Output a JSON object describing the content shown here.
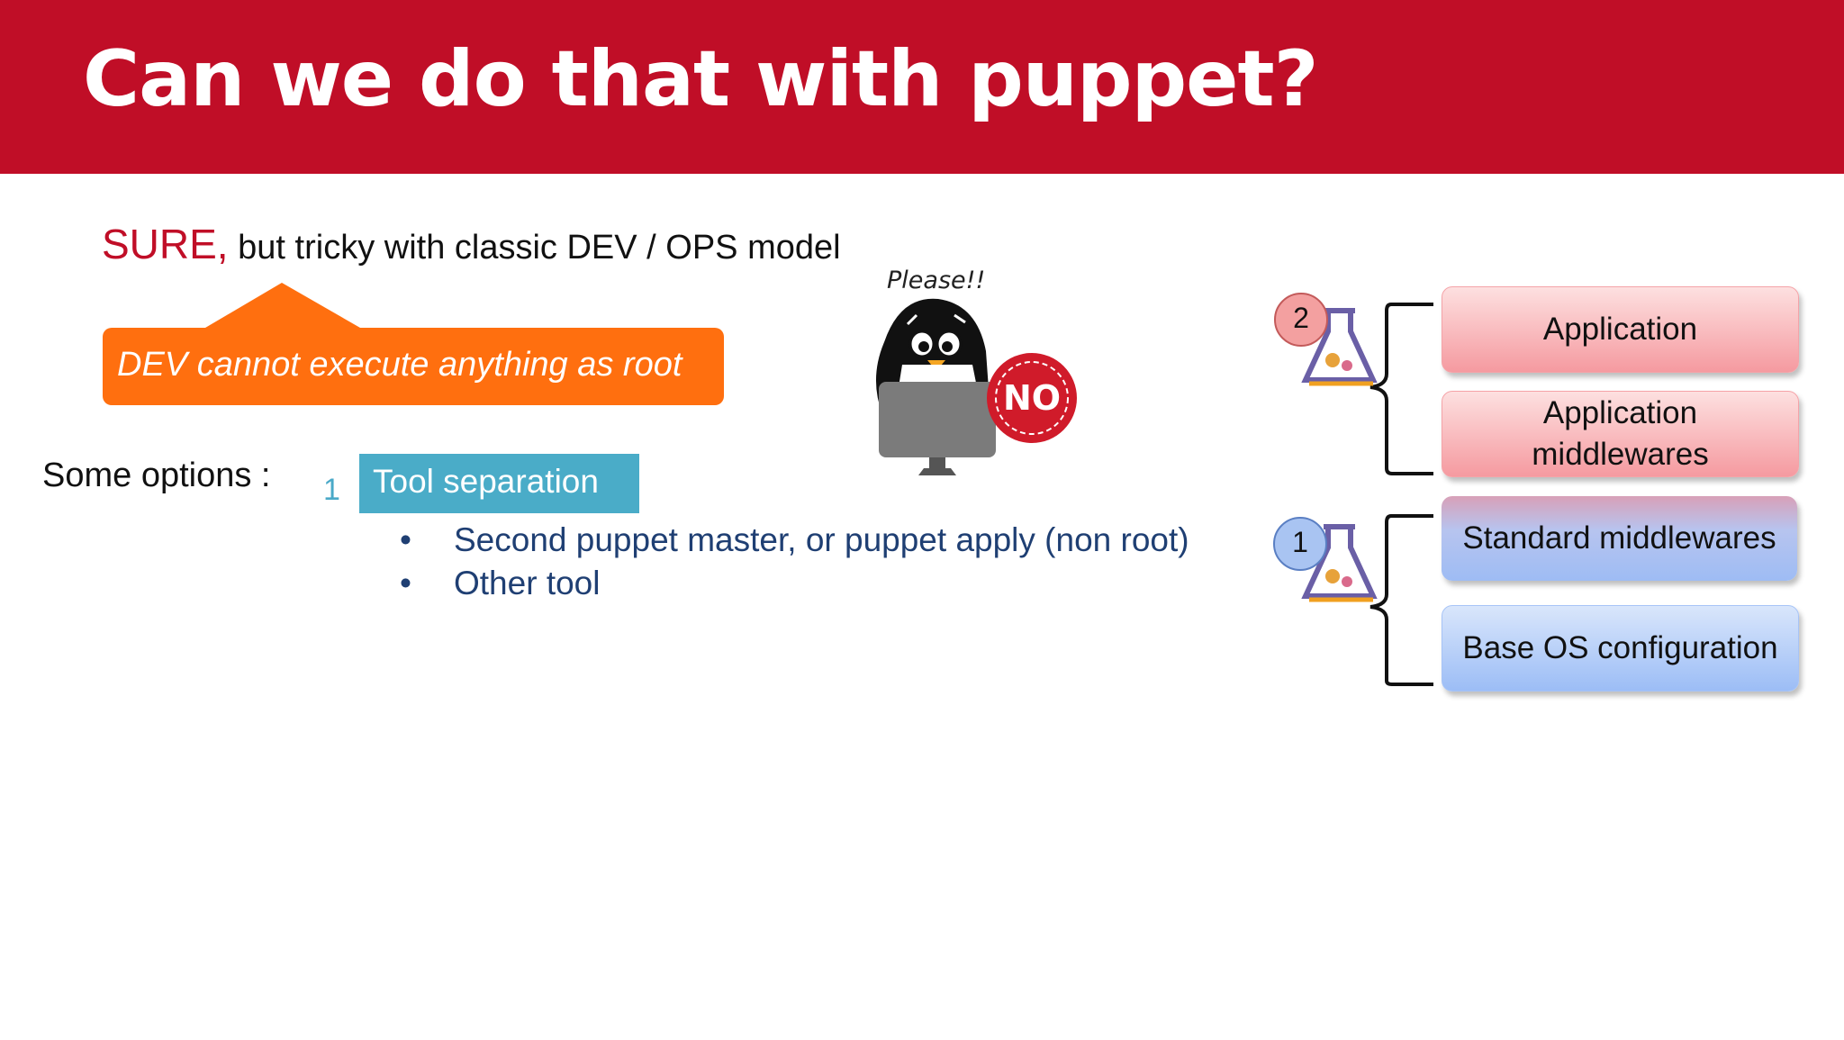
{
  "slide": {
    "title": "Can we do that with puppet?",
    "subtitle_emphasis": "SURE,",
    "subtitle_rest": "but tricky with classic DEV / OPS model",
    "callout": "DEV cannot execute anything as root",
    "options_label": "Some options :",
    "option": {
      "number": "1",
      "label": "Tool separation"
    },
    "bullets": [
      "Second puppet master, or puppet apply (non root)",
      "Other tool"
    ],
    "illustration": {
      "speech": "Please!!",
      "stamp": "NO",
      "icons": [
        "penguin-icon",
        "monitor-icon",
        "no-stamp-icon"
      ]
    }
  },
  "diagram": {
    "groups": [
      {
        "badge": "2",
        "badge_color": "#f3a0a0",
        "icon": "flask-icon",
        "layers": [
          "Application",
          "Application\nmiddlewares"
        ]
      },
      {
        "badge": "1",
        "badge_color": "#a9c4f2",
        "icon": "flask-icon",
        "layers": [
          "Standard middlewares",
          "Base OS configuration"
        ]
      }
    ]
  },
  "colors": {
    "title_bar": "#c00e27",
    "callout": "#ff6f0f",
    "option_box": "#4aacc8",
    "bullet_text": "#1f3f73"
  }
}
